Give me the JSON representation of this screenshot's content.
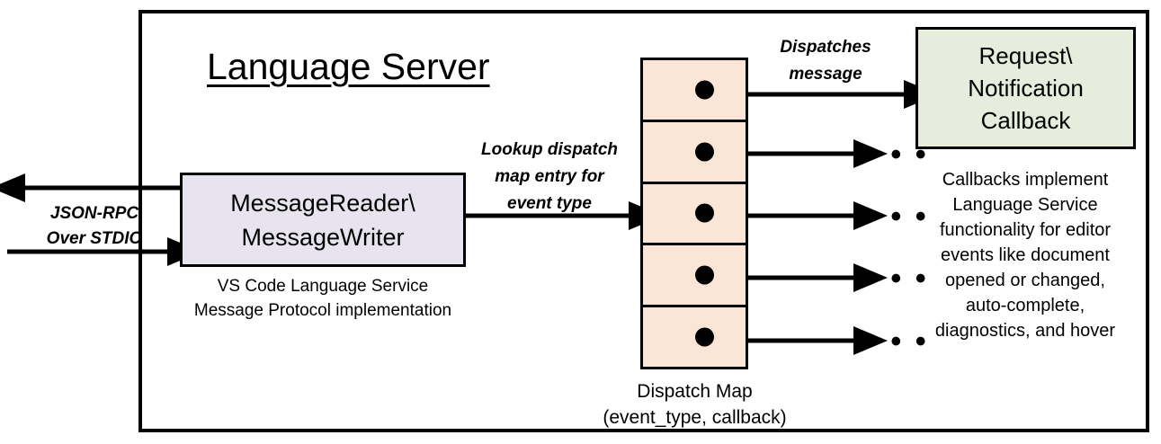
{
  "diagram": {
    "title": "Language Server",
    "server_frame_label": "language-server-boundary"
  },
  "external_io": {
    "label_line1": "JSON-RPC",
    "label_line2": "Over STDIO",
    "outbound_arrow": "arrow-left-out",
    "inbound_arrow": "arrow-right-in"
  },
  "message_component": {
    "line1": "MessageReader\\",
    "line2": "MessageWriter",
    "caption_line1": "VS Code Language Service",
    "caption_line2": "Message Protocol implementation",
    "fill_color": "#E8E4EF"
  },
  "lookup_edge": {
    "line1": "Lookup dispatch",
    "line2": "map entry for",
    "line3": "event type"
  },
  "dispatch_map": {
    "caption_line1": "Dispatch Map",
    "caption_line2": "(event_type, callback)",
    "fill_color": "#FBE5D6",
    "cells": [
      {
        "id": "entry-1",
        "dot": "callback-dot"
      },
      {
        "id": "entry-2",
        "dot": "callback-dot"
      },
      {
        "id": "entry-3",
        "dot": "callback-dot"
      },
      {
        "id": "entry-4",
        "dot": "callback-dot"
      },
      {
        "id": "entry-5",
        "dot": "callback-dot"
      }
    ]
  },
  "dispatch_edge": {
    "line1": "Dispatches",
    "line2": "message"
  },
  "callback_component": {
    "line1": "Request\\",
    "line2": "Notification",
    "line3": "Callback",
    "fill_color": "#E6EDDC",
    "caption_line1": "Callbacks implement",
    "caption_line2": "Language Service",
    "caption_line3": "functionality for editor",
    "caption_line4": "events like document",
    "caption_line5": "opened or changed,",
    "caption_line6": "auto-complete,",
    "caption_line7": "diagnostics, and hover"
  },
  "ellipses": {
    "mark": "• • •",
    "count": 4
  }
}
